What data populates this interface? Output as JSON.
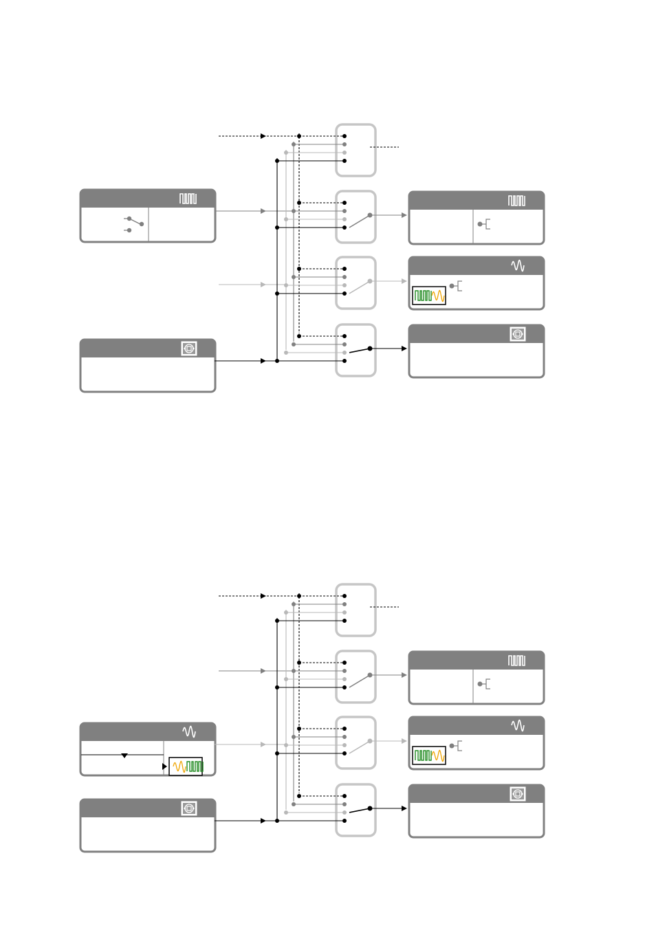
{
  "colors": {
    "dark": "#000000",
    "mid": "#808080",
    "light": "#b8b8b8",
    "box_header": "#808080",
    "box_border": "#808080",
    "switch_border": "#c6c6c6",
    "green": "#1f8a1f",
    "orange": "#f0a400"
  },
  "diagrams": [
    {
      "id": "top",
      "sources": [
        {
          "id": "control",
          "style": "dashed",
          "color": "dark",
          "box": null
        },
        {
          "id": "pulse-source",
          "style": "solid",
          "color": "mid",
          "box": {
            "header_icon": "pulse-wave-icon",
            "content": "switch-symbol-icon",
            "split": true
          }
        },
        {
          "id": "analog-source",
          "style": "solid",
          "color": "light",
          "box": null
        },
        {
          "id": "video-source",
          "style": "solid",
          "color": "dark",
          "box": {
            "header_icon": "video-icon",
            "content": null,
            "split": false
          }
        }
      ],
      "switches": [
        {
          "id": "switch-1",
          "selected": "control",
          "output": "stub"
        },
        {
          "id": "switch-2",
          "selected": "video-source",
          "output": "pulse-out"
        },
        {
          "id": "switch-3",
          "selected": "video-source",
          "output": "analog-out"
        },
        {
          "id": "switch-4",
          "selected": "analog-source",
          "output": "video-out"
        }
      ],
      "outputs": [
        {
          "id": "pulse-out",
          "header_icon": "pulse-wave-icon",
          "content": "connector-icon",
          "split": true
        },
        {
          "id": "analog-out",
          "header_icon": "sine-wave-icon",
          "content": "connector-icon",
          "split": false,
          "badge": "green-pulse-orange-sine"
        },
        {
          "id": "video-out",
          "header_icon": "video-icon",
          "content": null,
          "split": false
        }
      ]
    },
    {
      "id": "bottom",
      "sources": [
        {
          "id": "control",
          "style": "dashed",
          "color": "dark",
          "box": null
        },
        {
          "id": "pulse-source",
          "style": "solid",
          "color": "mid",
          "box": null
        },
        {
          "id": "analog-source",
          "style": "solid",
          "color": "light",
          "box": {
            "header_icon": "sine-wave-icon",
            "content": "selector-icon",
            "split": true,
            "badge": "orange-sine-green-pulse"
          }
        },
        {
          "id": "video-source",
          "style": "solid",
          "color": "dark",
          "box": {
            "header_icon": "video-icon",
            "content": null,
            "split": false
          }
        }
      ],
      "switches": [
        {
          "id": "switch-1",
          "selected": "control",
          "output": "stub"
        },
        {
          "id": "switch-2",
          "selected": "video-source",
          "output": "pulse-out"
        },
        {
          "id": "switch-3",
          "selected": "video-source",
          "output": "analog-out"
        },
        {
          "id": "switch-4",
          "selected": "analog-source",
          "output": "video-out"
        }
      ],
      "outputs": [
        {
          "id": "pulse-out",
          "header_icon": "pulse-wave-icon",
          "content": "connector-icon",
          "split": true
        },
        {
          "id": "analog-out",
          "header_icon": "sine-wave-icon",
          "content": "connector-icon",
          "split": false,
          "badge": "green-pulse-orange-sine"
        },
        {
          "id": "video-out",
          "header_icon": "video-icon",
          "content": null,
          "split": false
        }
      ]
    }
  ]
}
